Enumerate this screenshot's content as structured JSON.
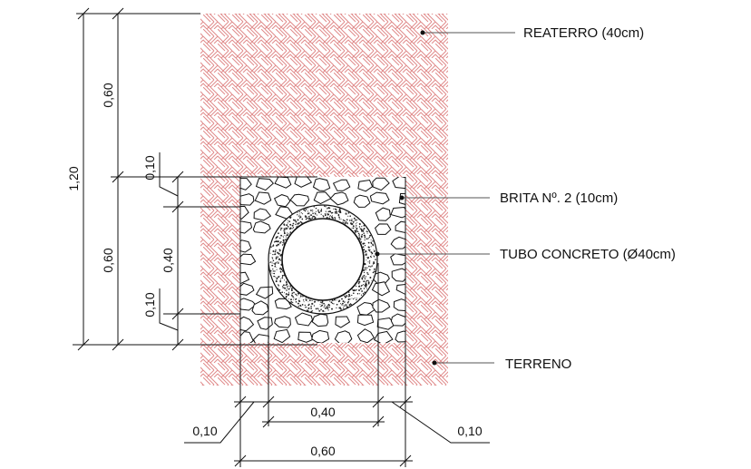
{
  "labels": {
    "reaterro": "REATERRO (40cm)",
    "brita": "BRITA Nº. 2 (10cm)",
    "tubo": "TUBO CONCRETO (Ø40cm)",
    "terreno": "TERRENO"
  },
  "dimensions": {
    "total_depth": "1,20",
    "upper_depth": "0,60",
    "lower_depth": "0,60",
    "top_gravel": "0,10",
    "pipe_height": "0,40",
    "bottom_gravel": "0,10",
    "pipe_width": "0,40",
    "left_gravel": "0,10",
    "right_gravel": "0,10",
    "trench_width": "0,60"
  },
  "colors": {
    "hatch": "#e08a8a",
    "ink": "#111111",
    "leader": "#555555"
  }
}
